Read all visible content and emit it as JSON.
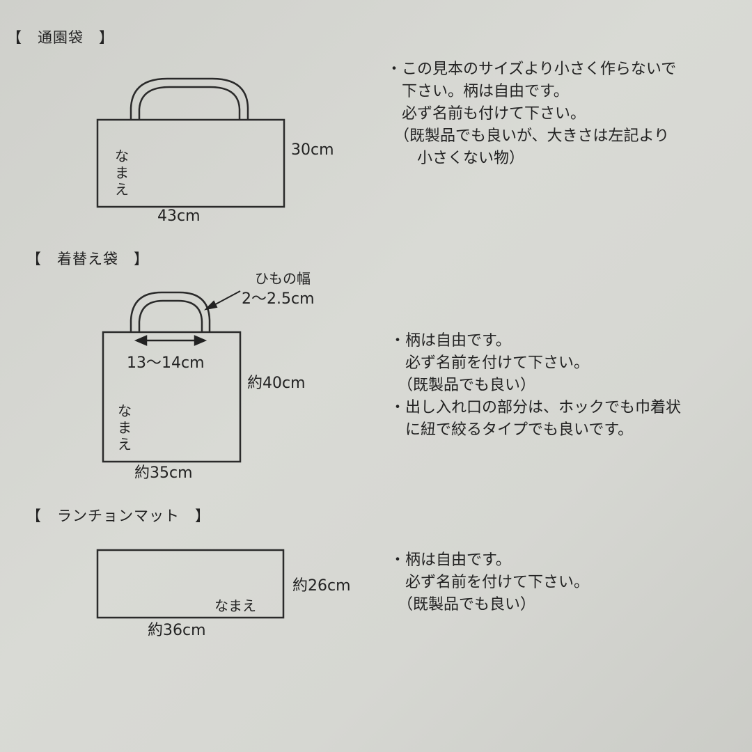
{
  "sections": [
    {
      "heading": "【　通園袋　】",
      "name_label": "なまえ",
      "height_label": "30cm",
      "width_label": "43cm",
      "notes": [
        "・この見本のサイズより小さく作らないで",
        "　下さい。柄は自由です。",
        "　必ず名前も付けて下さい。",
        "　（既製品でも良いが、大きさは左記より",
        "　　小さくない物）"
      ]
    },
    {
      "heading": "【　着替え袋　】",
      "strap_label": "ひもの幅",
      "strap_width_label": "2～2.5cm",
      "handle_gap_label": "13～14cm",
      "name_label": "なまえ",
      "height_label": "約40cm",
      "width_label": "約35cm",
      "notes": [
        "・柄は自由です。",
        "　必ず名前を付けて下さい。",
        "　（既製品でも良い）",
        "・出し入れ口の部分は、ホックでも巾着状",
        "　に紐で絞るタイプでも良いです。"
      ]
    },
    {
      "heading": "【　ランチョンマット　】",
      "name_label": "なまえ",
      "height_label": "約26cm",
      "width_label": "約36cm",
      "notes": [
        "・柄は自由です。",
        "　必ず名前を付けて下さい。",
        "　（既製品でも良い）"
      ]
    }
  ]
}
